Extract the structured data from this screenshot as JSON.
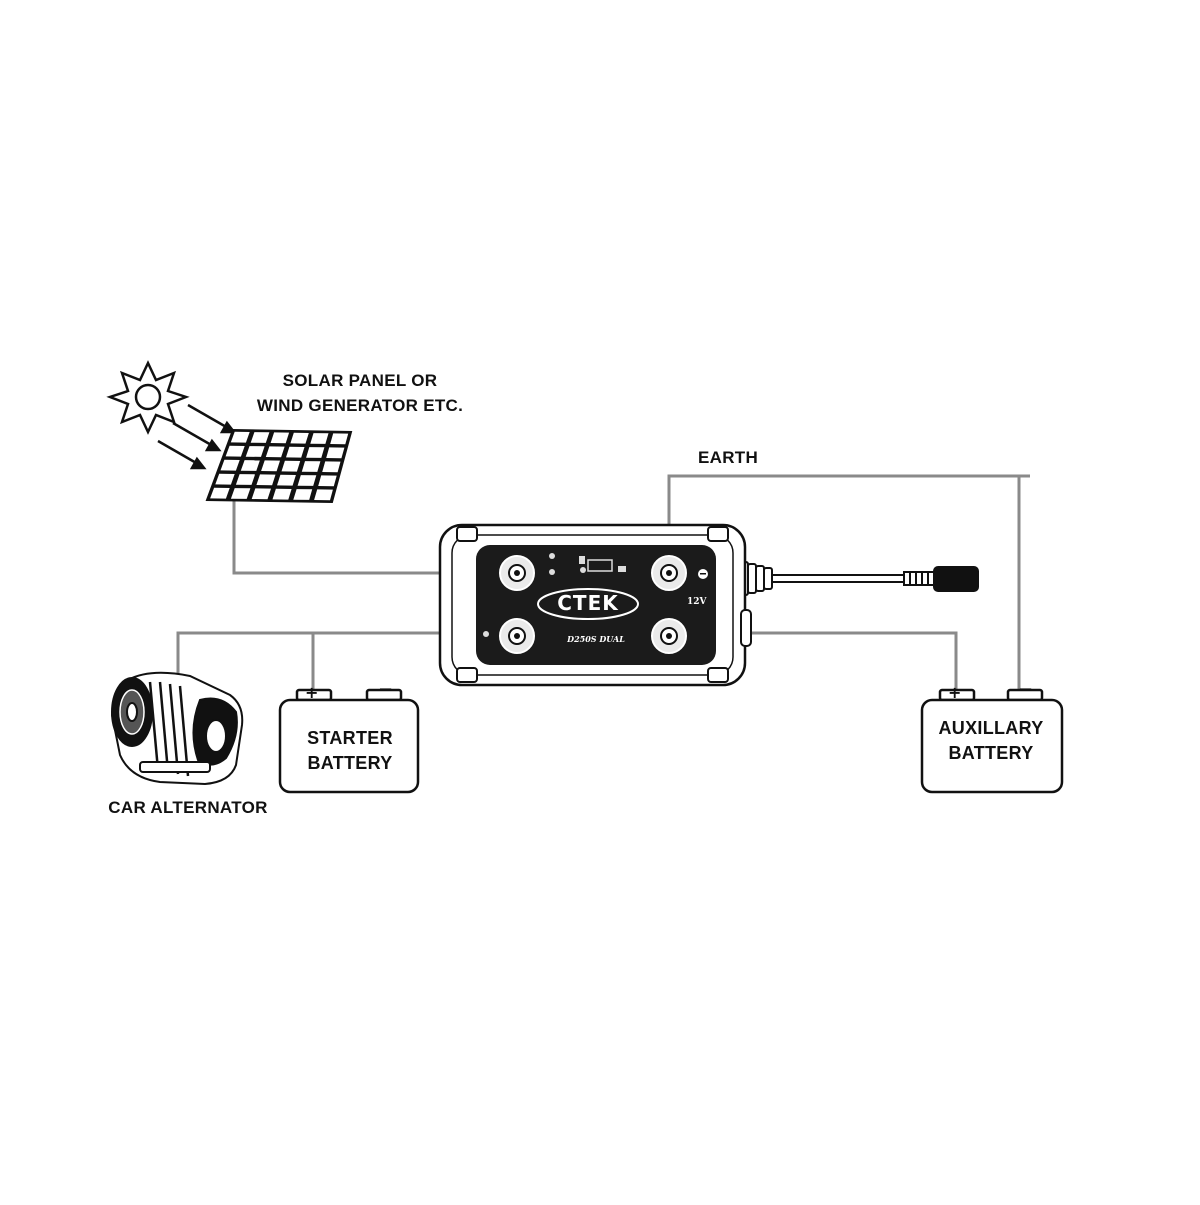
{
  "labels": {
    "solar_line1": "SOLAR PANEL OR",
    "solar_line2": "WIND GENERATOR ETC.",
    "earth": "EARTH",
    "alternator": "CAR ALTERNATOR",
    "starter_line1": "STARTER",
    "starter_line2": "BATTERY",
    "aux_line1": "AUXILLARY",
    "aux_line2": "BATTERY",
    "plus": "+",
    "minus": "−"
  },
  "device": {
    "brand": "CTEK",
    "model": "D250S DUAL",
    "voltage": "12V"
  },
  "colors": {
    "wire": "#8a8a8a",
    "outline": "#111111",
    "device_panel": "#1b1b1b",
    "background": "#ffffff"
  }
}
